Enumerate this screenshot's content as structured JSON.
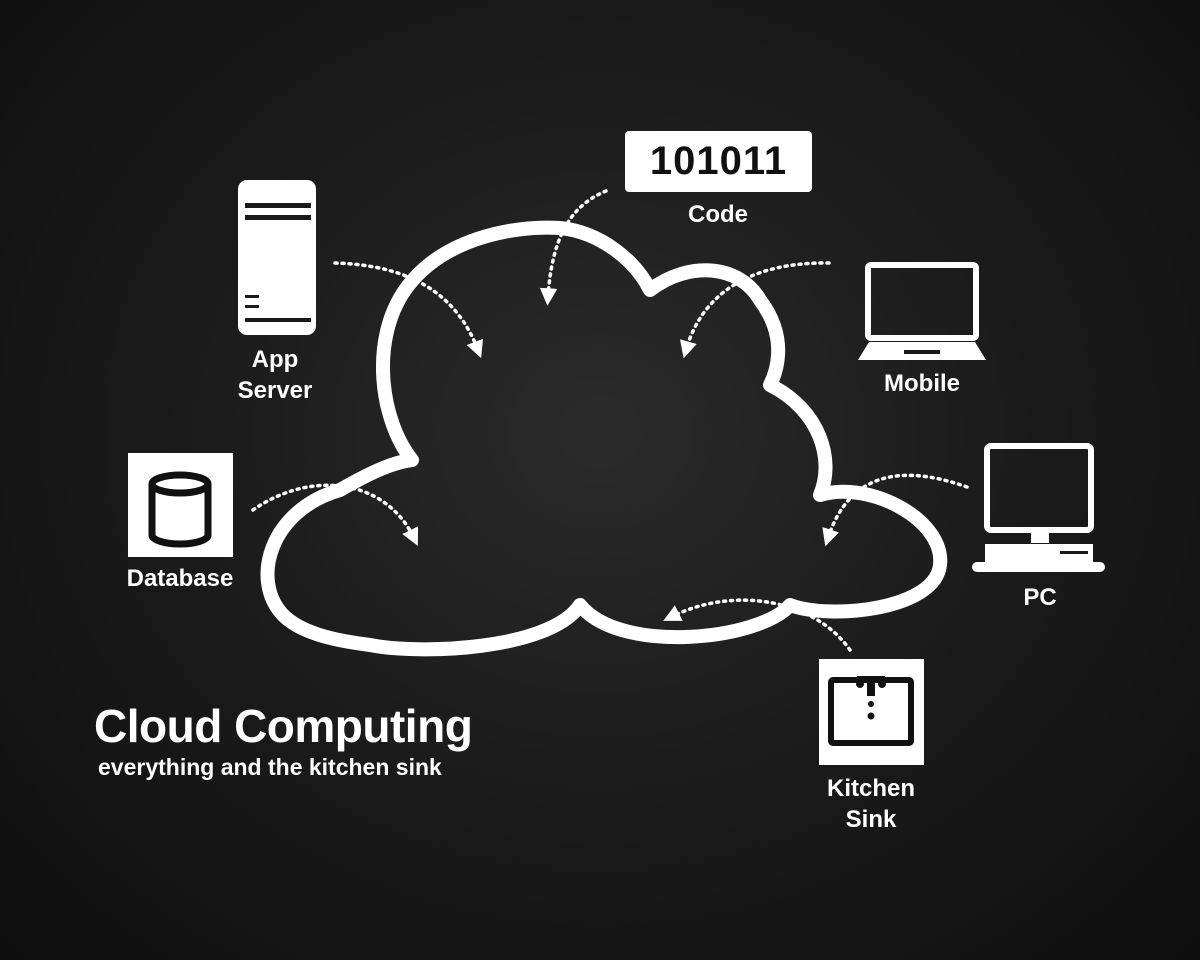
{
  "title": "Cloud Computing",
  "subtitle": "everything and the kitchen sink",
  "code_badge": "101011",
  "nodes": {
    "code": "Code",
    "app_server_line1": "App",
    "app_server_line2": "Server",
    "mobile": "Mobile",
    "database": "Database",
    "pc": "PC",
    "kitchen_sink_line1": "Kitchen",
    "kitchen_sink_line2": "Sink"
  },
  "colors": {
    "foreground": "#ffffff",
    "background": "#161616"
  },
  "icons": [
    "app-server-icon",
    "mobile-laptop-icon",
    "database-icon",
    "pc-icon",
    "kitchen-sink-icon",
    "cloud-shape"
  ]
}
